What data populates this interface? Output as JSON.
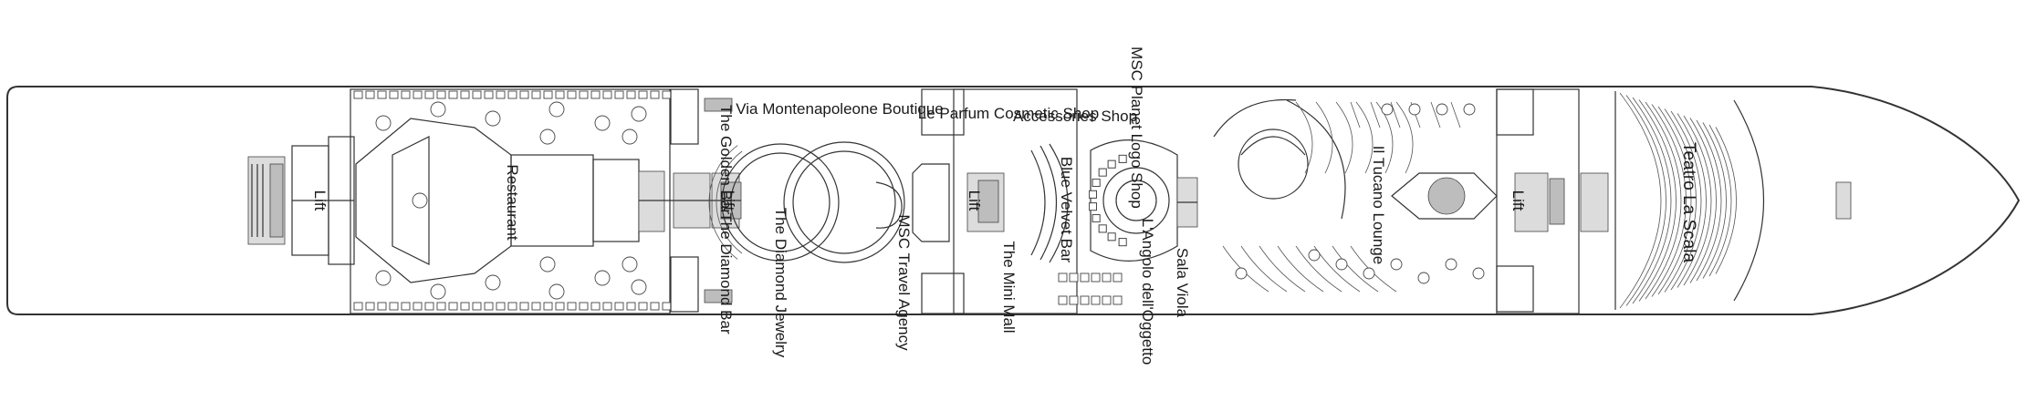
{
  "deck_plan": {
    "labels": {
      "lift_aft": "Lift",
      "restaurant": "Restaurant",
      "the_golden_bar": "The Golden Bar",
      "lift_mid1": "Lift",
      "the_diamond_bar": "The Diamond Bar",
      "diamond_jewelry": "The Diamond Jewelry",
      "via_montenapoleone": "Via Montenapoleone Boutique",
      "msc_travel_agency": "MSC Travel Agency",
      "le_parfum": "Le Parfum Cosmetic Shop",
      "lift_mid2": "Lift",
      "the_mini_mall": "The Mini Mall",
      "accessories_shop": "Accessories Shop",
      "blue_velvet_bar": "Blue Velvet Bar",
      "msc_planet_logo_shop": "MSC Planet Logo Shop",
      "langolo_delloggetto": "L'Angolo dell'Oggetto",
      "sala_viola": "Sala Viola",
      "il_tucano_lounge": "Il Tucano Lounge",
      "lift_fwd": "Lift",
      "teatro_la_scala": "Teatro La Scala"
    }
  }
}
